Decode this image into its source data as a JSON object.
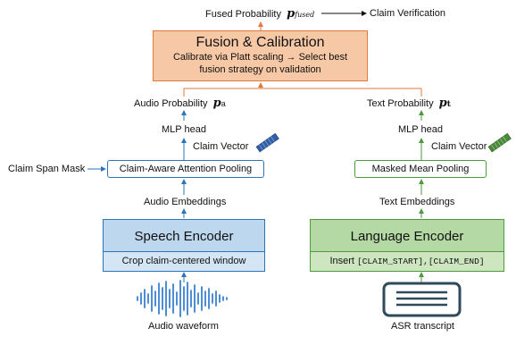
{
  "top": {
    "fused_prob_label": "Fused Probability",
    "fused_prob_symbol": "p",
    "fused_prob_sub": "fused",
    "claim_verification": "Claim Verification"
  },
  "fusion": {
    "title": "Fusion & Calibration",
    "desc_line1": "Calibrate via Platt scaling → Select best",
    "desc_line2": "fusion strategy on validation"
  },
  "audio": {
    "prob_label": "Audio Probability",
    "prob_symbol": "p",
    "prob_sub": "a",
    "mlp_head": "MLP head",
    "claim_vector": "Claim Vector",
    "span_mask": "Claim Span Mask",
    "pooling": "Claim-Aware Attention Pooling",
    "embeddings": "Audio Embeddings",
    "encoder": "Speech Encoder",
    "crop": "Crop claim-centered window",
    "input": "Audio waveform"
  },
  "text": {
    "prob_label": "Text Probability",
    "prob_symbol": "p",
    "prob_sub": "t",
    "mlp_head": "MLP head",
    "claim_vector": "Claim Vector",
    "pooling": "Masked Mean Pooling",
    "embeddings": "Text Embeddings",
    "encoder": "Language Encoder",
    "insert_word": "Insert",
    "insert_tokens": "[CLAIM_START],[CLAIM_END]",
    "input": "ASR transcript"
  },
  "colors": {
    "audio_arrow": "#2e75b6",
    "text_arrow": "#4e9a3c",
    "fusion_arrow": "#e07a3c",
    "speech_encoder_fill": "#bdd7ee",
    "language_encoder_fill": "#b5d9a4",
    "fusion_fill": "#f7c8a6"
  }
}
